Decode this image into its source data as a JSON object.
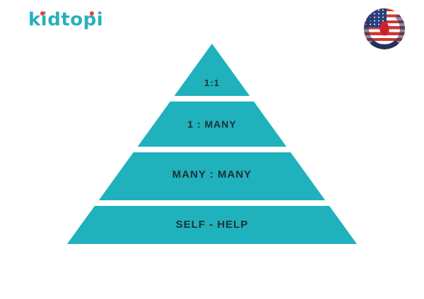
{
  "brand": {
    "logo_text": "kidtopi",
    "logo_color": "#2ab0bc",
    "logo_dot_color": "#ee4036"
  },
  "badge": {
    "icon": "us-flag-badge"
  },
  "pyramid": {
    "color": "#1fb1bc",
    "label_color": "#1c3038",
    "levels": [
      {
        "label": "1:1"
      },
      {
        "label": "1 : MANY"
      },
      {
        "label": "MANY : MANY"
      },
      {
        "label": "SELF - HELP"
      }
    ]
  }
}
